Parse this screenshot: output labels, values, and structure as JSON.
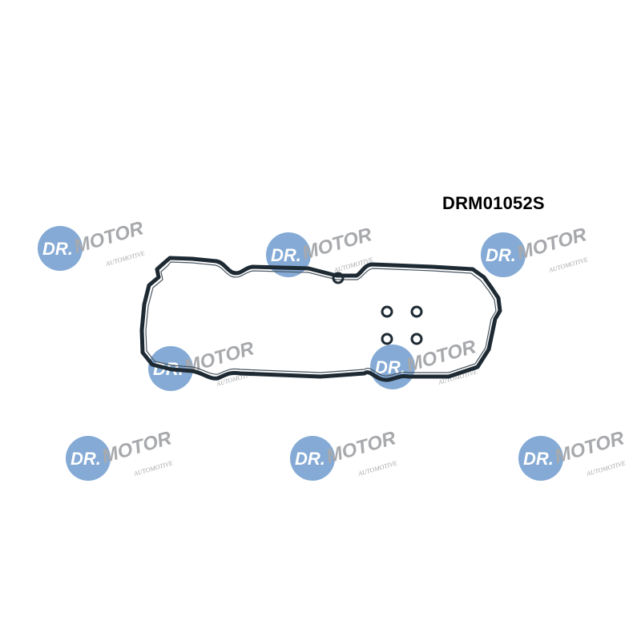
{
  "product": {
    "code": "DRM01052S"
  },
  "watermark": {
    "brand": "DR.MOTOR",
    "sub": "AUTOMOTIVE",
    "color": "#5b8ec7",
    "text_color": "#a7a9ac"
  },
  "gasket": {
    "color": "#1e2a33",
    "o_ring_count": 5
  }
}
